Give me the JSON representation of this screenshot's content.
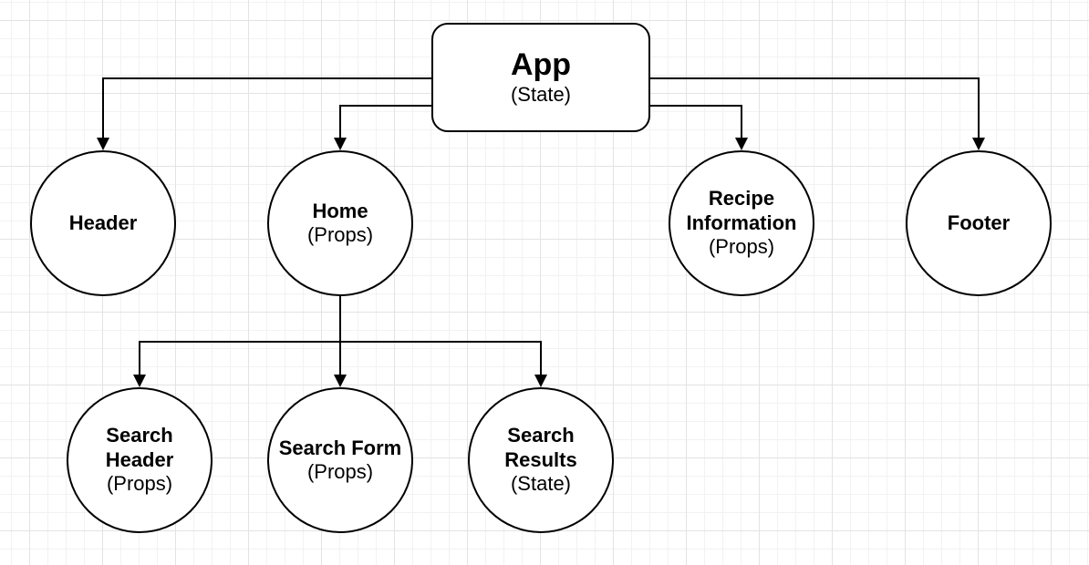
{
  "nodes": {
    "app": {
      "title": "App",
      "subtitle": "(State)"
    },
    "header": {
      "title": "Header"
    },
    "home": {
      "title": "Home",
      "subtitle": "(Props)"
    },
    "recipe": {
      "title1": "Recipe",
      "title2": "Information",
      "subtitle": "(Props)"
    },
    "footer": {
      "title": "Footer"
    },
    "search_header": {
      "title1": "Search",
      "title2": "Header",
      "subtitle": "(Props)"
    },
    "search_form": {
      "title": "Search Form",
      "subtitle": "(Props)"
    },
    "search_results": {
      "title1": "Search",
      "title2": "Results",
      "subtitle": "(State)"
    }
  },
  "edges": [
    {
      "from": "App",
      "to": "Header"
    },
    {
      "from": "App",
      "to": "Home"
    },
    {
      "from": "App",
      "to": "Recipe Information"
    },
    {
      "from": "App",
      "to": "Footer"
    },
    {
      "from": "Home",
      "to": "Search Header"
    },
    {
      "from": "Home",
      "to": "Search Form"
    },
    {
      "from": "Home",
      "to": "Search Results"
    }
  ],
  "colors": {
    "stroke": "#000000",
    "background": "#ffffff",
    "grid": "#e3e3e3"
  }
}
